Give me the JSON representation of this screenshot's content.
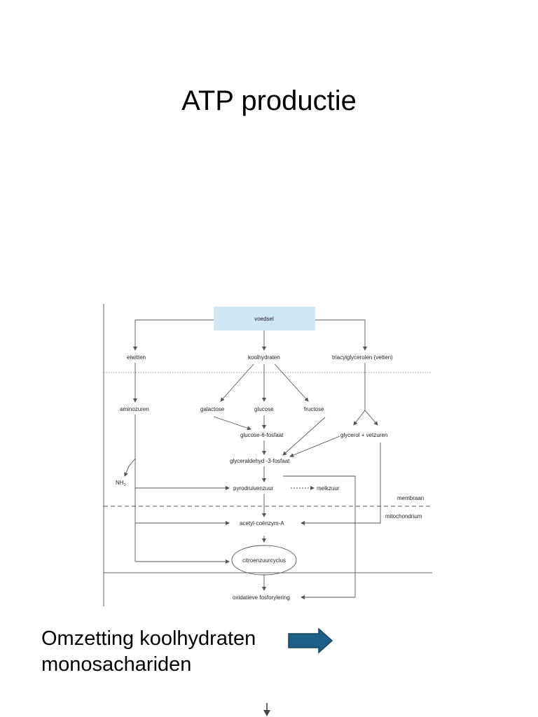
{
  "slide": {
    "title": "ATP productie"
  },
  "diagram": {
    "nodes": {
      "voedsel": "voedsel",
      "eiwitten": "eiwitten",
      "koolhydraten": "koolhydraten",
      "triacylglycerolen": "triacylglycerolen (vetten)",
      "aminozuren": "aminozuren",
      "galactose": "galactose",
      "glucose": "glucose",
      "fructose": "fructose",
      "glucose_6_fosfaat": "glucose-6-fosfaat",
      "glycerol_vetzuren": "glycerol + vetzuren",
      "glyceraldehyd": "glyceraldehyd -3-fosfaat",
      "nh3_base": "NH",
      "nh3_sub": "3",
      "pyrodruivenzuur": "pyrodruivenzuur",
      "melkzuur": "melkzuur",
      "membraan": "membraan",
      "mitochondrium": "mitochondrium",
      "acetyl_coenzym_a": "acetyl-coënzym-A",
      "citroenzuurcyclus": "citroenzuurcyclus",
      "oxidatieve_fosforylering": "oxidatieve fosforylering"
    },
    "colors": {
      "box_fill": "#cfe6f3",
      "line": "#555555"
    }
  },
  "caption": {
    "line1": "Omzetting koolhydraten",
    "line2": "monosachariden",
    "arrow_color": "#1f5f86"
  }
}
